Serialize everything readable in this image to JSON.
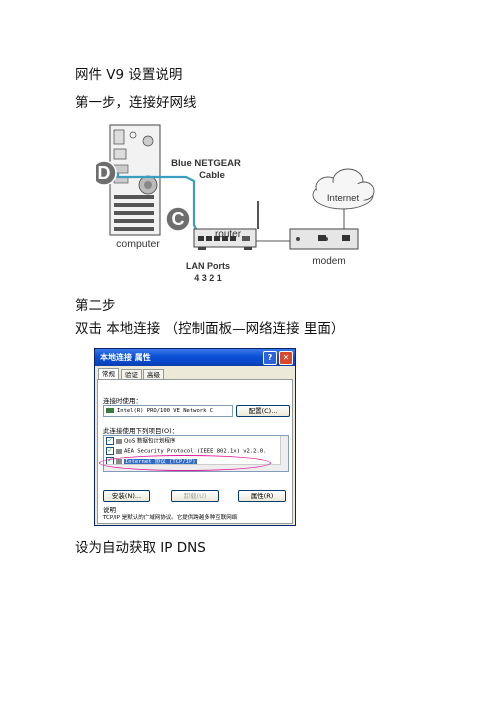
{
  "document": {
    "title": "网件 V9 设置说明",
    "step1": "第一步，连接好网线",
    "step2": "第二步",
    "step2_instruction": "双击  本地连接  （控制面板—网络连接  里面）",
    "step3": "设为自动获取  IP DNS"
  },
  "diagram": {
    "label_d": "D",
    "label_c": "C",
    "cable_label_1": "Blue NETGEAR",
    "cable_label_2": "Cable",
    "computer": "computer",
    "router": "router",
    "lan_ports": "LAN Ports",
    "port_numbers": "4 3 2 1",
    "internet": "Internet",
    "modem": "modem",
    "cable_color": "#3a9ec0",
    "label_fill": "#6e6e6e"
  },
  "dialog": {
    "title": "本地连接 属性",
    "help_glyph": "?",
    "close_glyph": "✕",
    "tabs": [
      "常规",
      "验证",
      "高级"
    ],
    "connect_using_label": "连接时使用：",
    "adapter": "Intel(R) PRO/100 VE Network C",
    "configure_button": "配置(C)...",
    "components_label": "此连接使用下列项目(O)：",
    "components": [
      "QoS 数据包计划程序",
      "AEA Security Protocol (IEEE 802.1x) v2.2.0.",
      "Internet 协议 (TCP/IP)"
    ],
    "install_button": "安装(N)...",
    "uninstall_button": "卸载(U)",
    "properties_button": "属性(R)",
    "description_label": "说明",
    "description_text": "TCP/IP 是默认的广域网协议。它提供跨越多种互联网络",
    "highlight_color": "#e0189a",
    "titlebar_color": "#0a4fd4"
  }
}
